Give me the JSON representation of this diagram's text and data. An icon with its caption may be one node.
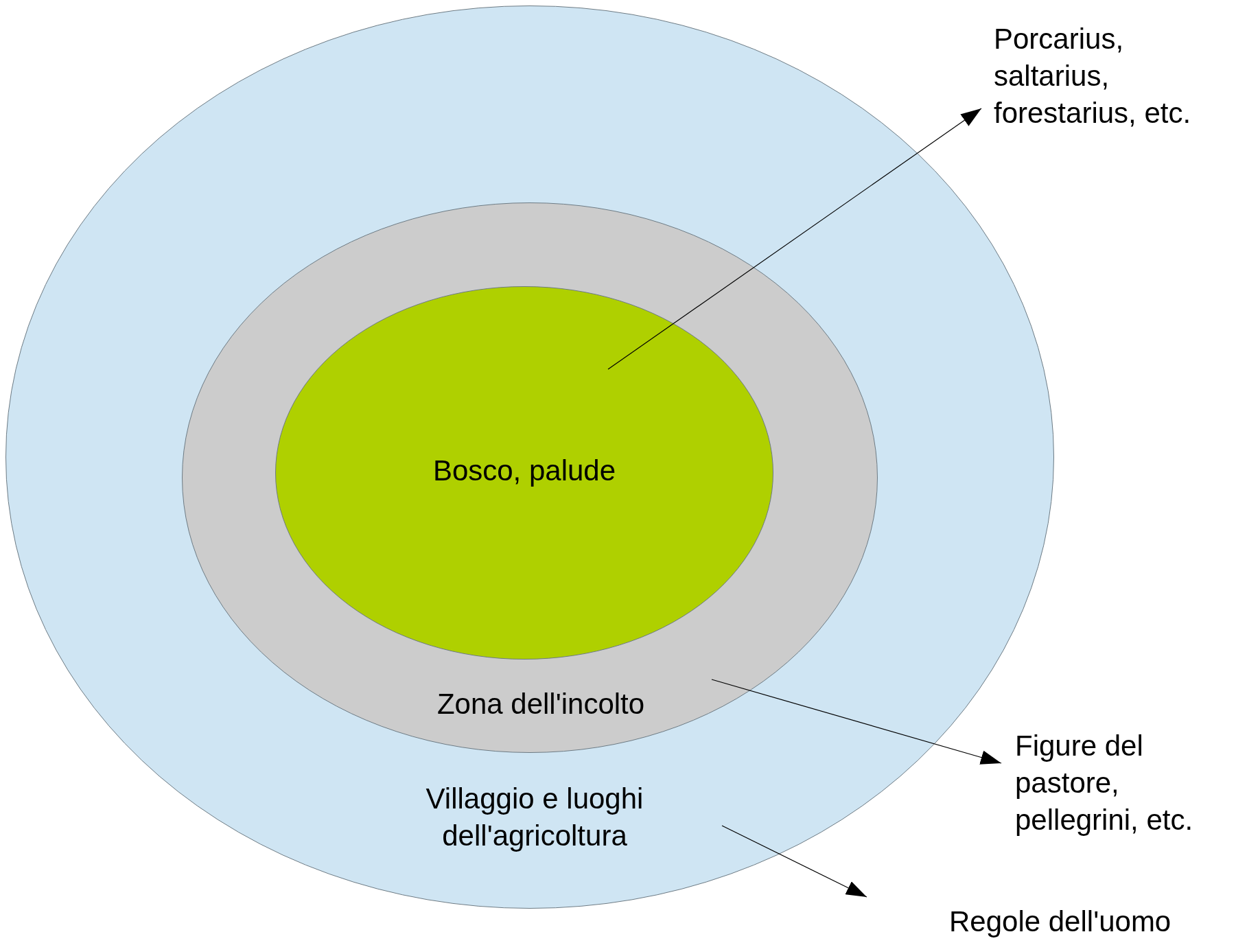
{
  "diagram": {
    "nodes": [
      {
        "text": [
          "Villaggio e luoghi dell'agricoltura"
        ]
      },
      {
        "text": [
          "Zona dell'incolto"
        ],
        "in": 0
      },
      {
        "text": [
          "Bosco, palude"
        ],
        "in": 1
      },
      {
        "text": [
          "Porcarius, saltarius, forestarius, etc."
        ]
      },
      {
        "text": [
          "Figure del pastore, pellegrini, etc."
        ]
      },
      {
        "text": [
          "Regole dell'uomo"
        ]
      }
    ],
    "edges": [
      {
        "from": 2,
        "to": 3,
        "arrow": "to"
      },
      {
        "from": 1,
        "to": 4,
        "arrow": "to"
      },
      {
        "from": 0,
        "to": 5,
        "arrow": "to"
      }
    ]
  }
}
